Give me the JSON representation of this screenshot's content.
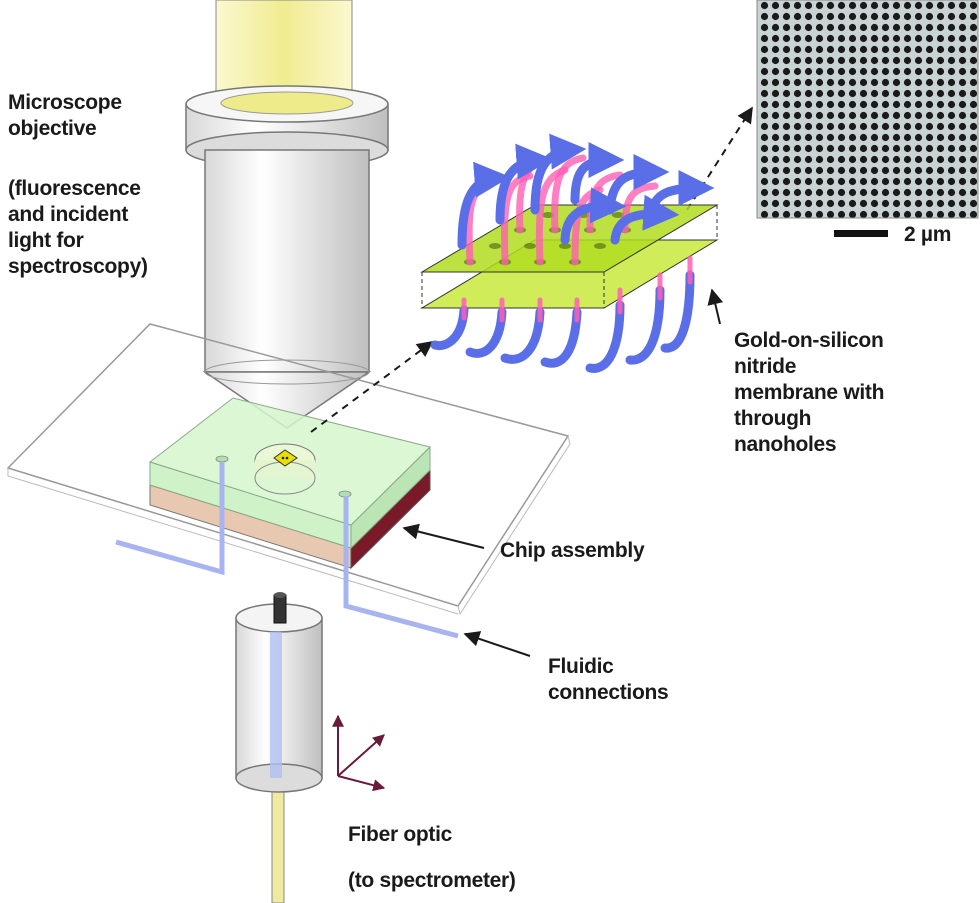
{
  "labels": {
    "objective": [
      "Microscope",
      "objective"
    ],
    "objective_note": [
      "(fluorescence",
      "and incident",
      "light for",
      "spectroscopy)"
    ],
    "membrane": [
      "Gold-on-silicon",
      "nitride",
      "membrane with",
      "through",
      "nanoholes"
    ],
    "chip": "Chip assembly",
    "fluidic": [
      "Fluidic",
      "connections"
    ],
    "fiber": "Fiber optic",
    "fiber_note": "(to spectrometer)",
    "scale": "2 µm"
  },
  "colors": {
    "light_beam": "#f3f0a0",
    "flow_blue": "#5a6ee8",
    "flow_pink": "#ff5fb4",
    "gold_membrane": "#b8e020",
    "chip_body": "#c8f0c0",
    "chip_base": "#e8c8b0",
    "chip_base_dark": "#7a1a28",
    "tubing": "#a8b4f0",
    "axes_arrows": "#6a1a3a"
  },
  "icons": [
    "microscope-objective-icon",
    "fiber-optic-icon",
    "axes-icon",
    "sem-nanohole-image"
  ]
}
